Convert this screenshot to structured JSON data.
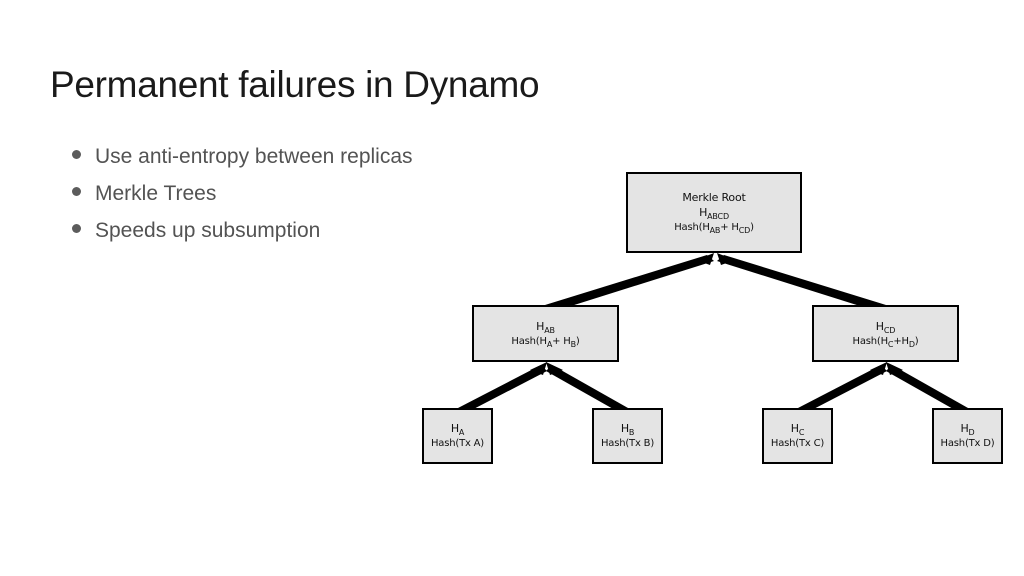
{
  "slide": {
    "title": "Permanent failures in Dynamo",
    "bullets": [
      "Use anti-entropy between replicas",
      "Merkle Trees",
      "Speeds up subsumption"
    ]
  },
  "diagram": {
    "name": "merkle-tree-diagram",
    "colors": {
      "node_fill": "#e4e4e4",
      "node_border": "#000000",
      "arrow": "#000000",
      "background": "#ffffff"
    },
    "nodes": {
      "root": {
        "label": "Merkle Root",
        "hash_name": "H",
        "hash_sub": "ABCD",
        "formula_prefix": "Hash(H",
        "formula_sub1": "AB",
        "formula_mid": "+ H",
        "formula_sub2": "CD",
        "formula_suffix": ")"
      },
      "ab": {
        "hash_name": "H",
        "hash_sub": "AB",
        "formula_prefix": "Hash(H",
        "formula_sub1": "A",
        "formula_mid": "+ H",
        "formula_sub2": "B",
        "formula_suffix": ")"
      },
      "cd": {
        "hash_name": "H",
        "hash_sub": "CD",
        "formula_prefix": "Hash(H",
        "formula_sub1": "C",
        "formula_mid": "+H",
        "formula_sub2": "D",
        "formula_suffix": ")"
      },
      "a": {
        "hash_name": "H",
        "hash_sub": "A",
        "formula": "Hash(Tx A)"
      },
      "b": {
        "hash_name": "H",
        "hash_sub": "B",
        "formula": "Hash(Tx B)"
      },
      "c": {
        "hash_name": "H",
        "hash_sub": "C",
        "formula": "Hash(Tx C)"
      },
      "d": {
        "hash_name": "H",
        "hash_sub": "D",
        "formula": "Hash(Tx D)"
      }
    },
    "edges": [
      {
        "from": "ab",
        "to": "root"
      },
      {
        "from": "cd",
        "to": "root"
      },
      {
        "from": "a",
        "to": "ab"
      },
      {
        "from": "b",
        "to": "ab"
      },
      {
        "from": "c",
        "to": "cd"
      },
      {
        "from": "d",
        "to": "cd"
      }
    ]
  }
}
